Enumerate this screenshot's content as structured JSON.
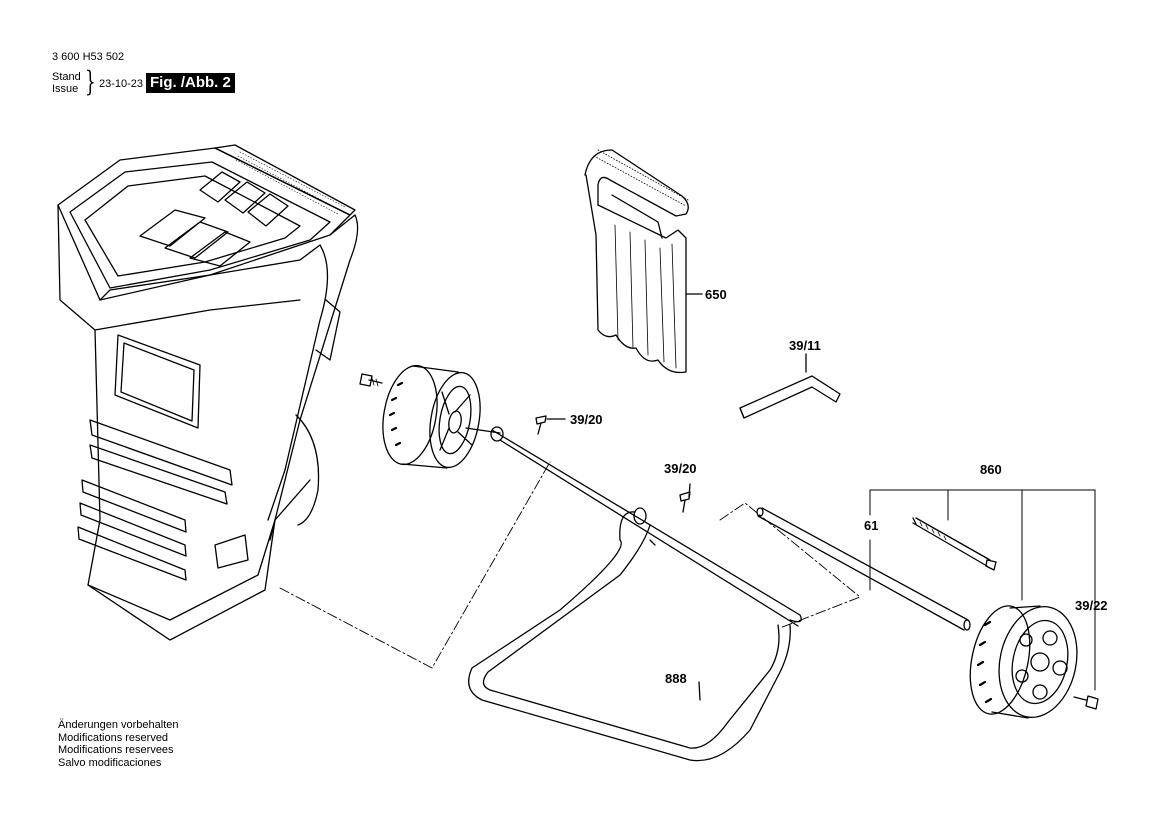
{
  "header": {
    "part_number": "3 600 H53 502",
    "stand_label": "Stand",
    "issue_label": "Issue",
    "date": "23-10-23",
    "figure_badge": "Fig. /Abb. 2"
  },
  "callouts": {
    "c650": "650",
    "c39_11": "39/11",
    "c39_20_a": "39/20",
    "c39_20_b": "39/20",
    "c860": "860",
    "c61": "61",
    "c39_22": "39/22",
    "c888": "888"
  },
  "footer_notes": [
    "Änderungen vorbehalten",
    "Modifications reserved",
    "Modifications reservees",
    "Salvo modificaciones"
  ]
}
